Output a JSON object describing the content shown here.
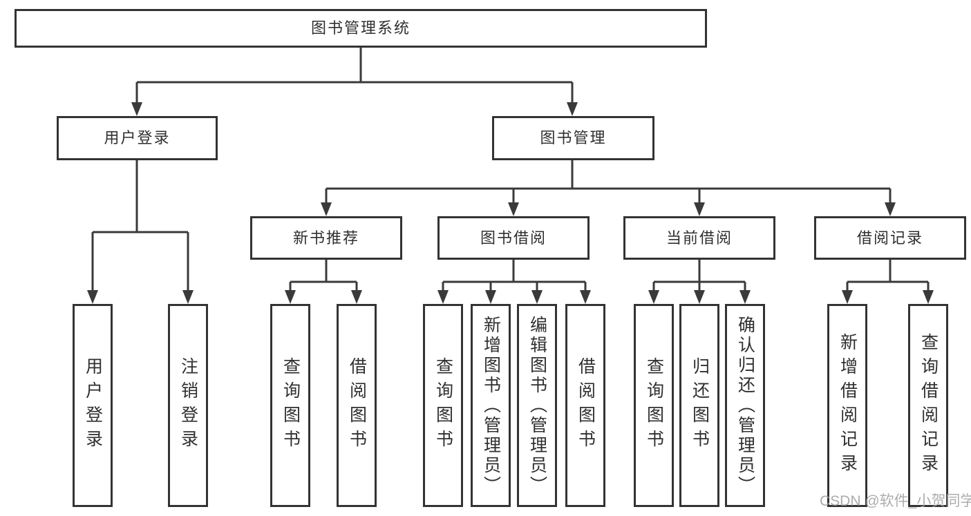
{
  "tree": {
    "label": "图书管理系统",
    "children": [
      {
        "label": "用户登录",
        "children": [
          {
            "label": "用户登录"
          },
          {
            "label": "注销登录"
          }
        ]
      },
      {
        "label": "图书管理",
        "children": [
          {
            "label": "新书推荐",
            "children": [
              {
                "label": "查询图书"
              },
              {
                "label": "借阅图书"
              }
            ]
          },
          {
            "label": "图书借阅",
            "children": [
              {
                "label": "查询图书"
              },
              {
                "label": "新增图书（管理员）"
              },
              {
                "label": "编辑图书（管理员）"
              },
              {
                "label": "借阅图书"
              }
            ]
          },
          {
            "label": "当前借阅",
            "children": [
              {
                "label": "查询图书"
              },
              {
                "label": "归还图书"
              },
              {
                "label": "确认归还（管理员）"
              }
            ]
          },
          {
            "label": "借阅记录",
            "children": [
              {
                "label": "新增借阅记录"
              },
              {
                "label": "查询借阅记录"
              }
            ]
          }
        ]
      }
    ]
  },
  "watermark": {
    "text": "CSDN @软件_小贺同学"
  },
  "colors": {
    "box_border": "#333333",
    "connector_line": "#3a3a3a",
    "text": "#2f2f2f",
    "watermark": "#9e9e9e",
    "background": "#ffffff"
  }
}
